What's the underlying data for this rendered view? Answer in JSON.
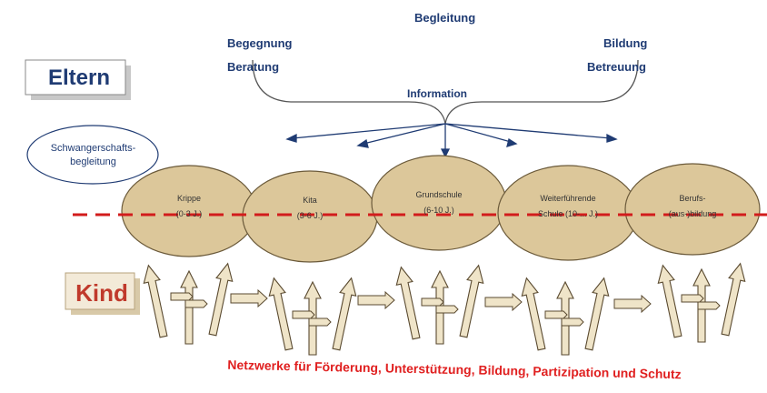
{
  "eltern": "Eltern",
  "kind": "Kind",
  "top_labels": {
    "begleitung": "Begleitung",
    "begegnung": "Begegnung",
    "beratung": "Beratung",
    "bildung": "Bildung",
    "betreuung": "Betreuung",
    "information": "Information"
  },
  "pregnancy": {
    "line1": "Schwangerschafts-",
    "line2": "begleitung"
  },
  "stages": [
    {
      "line1": "Krippe",
      "line2": "(0-3 J.)"
    },
    {
      "line1": "Kita",
      "line2": "(3-6 J.)"
    },
    {
      "line1": "Grundschule",
      "line2": "(6-10 J.)"
    },
    {
      "line1": "Weiterführende",
      "line2": "Schule (10-... J.)"
    },
    {
      "line1": "Berufs-",
      "line2": "(aus-)bildung"
    }
  ],
  "footer": "Netzwerke für Förderung, Unterstützung, Bildung, Partizipation und Schutz",
  "colors": {
    "ellipse_fill": "#dcc79a",
    "ellipse_stroke": "#6b5a3a",
    "dashed_line": "#d21c1c",
    "blue_text": "#1f3b73",
    "arrow_fill": "#efe4c8",
    "arrow_stroke": "#5a4a30"
  }
}
